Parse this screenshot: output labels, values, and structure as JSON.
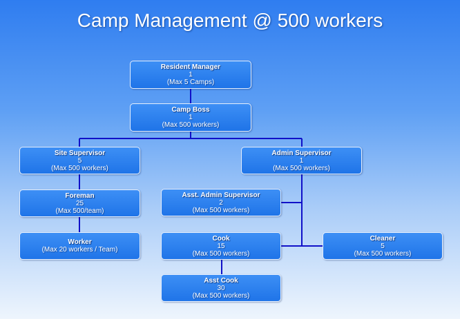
{
  "title": "Camp Management @ 500 workers",
  "colors": {
    "line": "#1010c8",
    "box": "#1f74e8",
    "box_border": "#e6f0ff"
  },
  "nodes": {
    "resident_manager": {
      "role": "Resident Manager",
      "count": "1",
      "cap": "(Max 5 Camps)"
    },
    "camp_boss": {
      "role": "Camp Boss",
      "count": "1",
      "cap": "(Max 500 workers)"
    },
    "site_supervisor": {
      "role": "Site Supervisor",
      "count": "5",
      "cap": "(Max 500 workers)"
    },
    "admin_supervisor": {
      "role": "Admin Supervisor",
      "count": "1",
      "cap": "(Max 500 workers)"
    },
    "foreman": {
      "role": "Foreman",
      "count": "25",
      "cap": "(Max 500/team)"
    },
    "worker": {
      "role": "Worker",
      "cap": "(Max 20 workers / Team)"
    },
    "asst_admin_supervisor": {
      "role": "Asst. Admin Supervisor",
      "count": "2",
      "cap": "(Max 500 workers)"
    },
    "cook": {
      "role": "Cook",
      "count": "15",
      "cap": "(Max 500 workers)"
    },
    "cleaner": {
      "role": "Cleaner",
      "count": "5",
      "cap": "(Max 500 workers)"
    },
    "asst_cook": {
      "role": "Asst Cook",
      "count": "30",
      "cap": "(Max 500 workers)"
    }
  }
}
